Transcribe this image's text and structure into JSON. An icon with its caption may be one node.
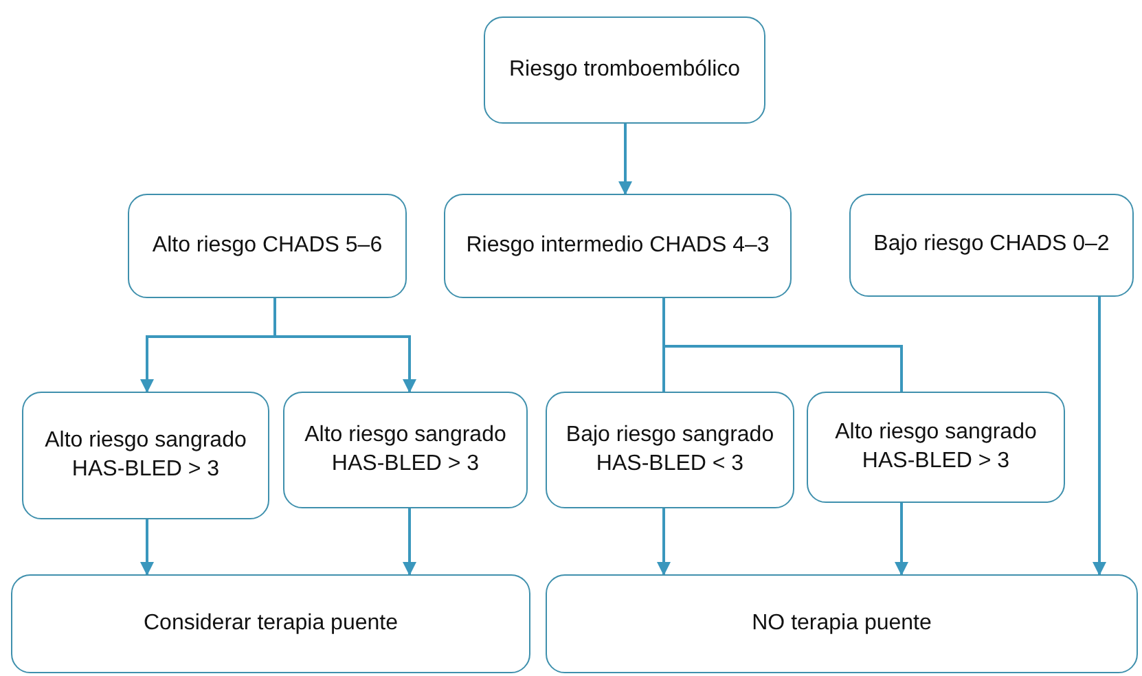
{
  "diagram": {
    "nodes": [
      {
        "text": [
          "Riesgo tromboembólico"
        ]
      },
      {
        "text": [
          "Alto riesgo CHADS 5–6"
        ]
      },
      {
        "text": [
          "Riesgo intermedio CHADS 4–3"
        ]
      },
      {
        "text": [
          "Bajo riesgo CHADS 0–2"
        ]
      },
      {
        "text": [
          "Alto riesgo sangrado HAS-BLED > 3"
        ]
      },
      {
        "text": [
          "Alto riesgo sangrado HAS-BLED > 3"
        ]
      },
      {
        "text": [
          "Bajo riesgo sangrado HAS-BLED < 3"
        ]
      },
      {
        "text": [
          "Alto riesgo sangrado HAS-BLED > 3"
        ]
      },
      {
        "text": [
          "Considerar terapia puente"
        ]
      },
      {
        "text": [
          "NO terapia puente"
        ]
      }
    ],
    "edges": [
      {
        "from": 0,
        "to": 2,
        "arrow": "to"
      },
      {
        "from": 1,
        "to": 4,
        "arrow": "to"
      },
      {
        "from": 1,
        "to": 5,
        "arrow": "to"
      },
      {
        "from": 2,
        "to": 6,
        "arrow": "none"
      },
      {
        "from": 2,
        "to": 7,
        "arrow": "none"
      },
      {
        "from": 3,
        "to": 9,
        "arrow": "to"
      },
      {
        "from": 4,
        "to": 8,
        "arrow": "to"
      },
      {
        "from": 5,
        "to": 8,
        "arrow": "to"
      },
      {
        "from": 6,
        "to": 9,
        "arrow": "to"
      },
      {
        "from": 7,
        "to": 9,
        "arrow": "to"
      }
    ]
  }
}
